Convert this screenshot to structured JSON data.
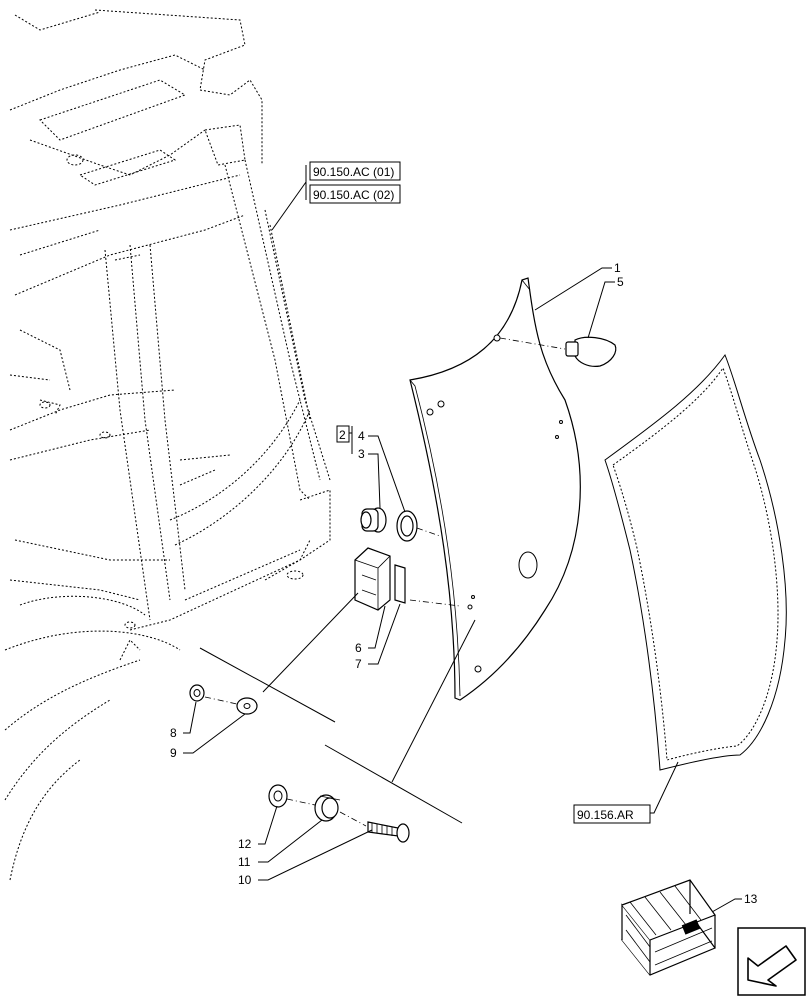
{
  "references": {
    "ref_90_150_ac_01": "90.150.AC (01)",
    "ref_90_150_ac_02": "90.150.AC (02)",
    "ref_90_156_ar": "90.156.AR"
  },
  "callouts": {
    "c1": "1",
    "c2": "2",
    "c3": "3",
    "c4": "4",
    "c5": "5",
    "c6": "6",
    "c7": "7",
    "c8": "8",
    "c9": "9",
    "c10": "10",
    "c11": "11",
    "c12": "12",
    "c13": "13"
  },
  "icons": {
    "kit_icon": "wooden-crate-icon",
    "nav_icon": "arrow-back-icon"
  }
}
